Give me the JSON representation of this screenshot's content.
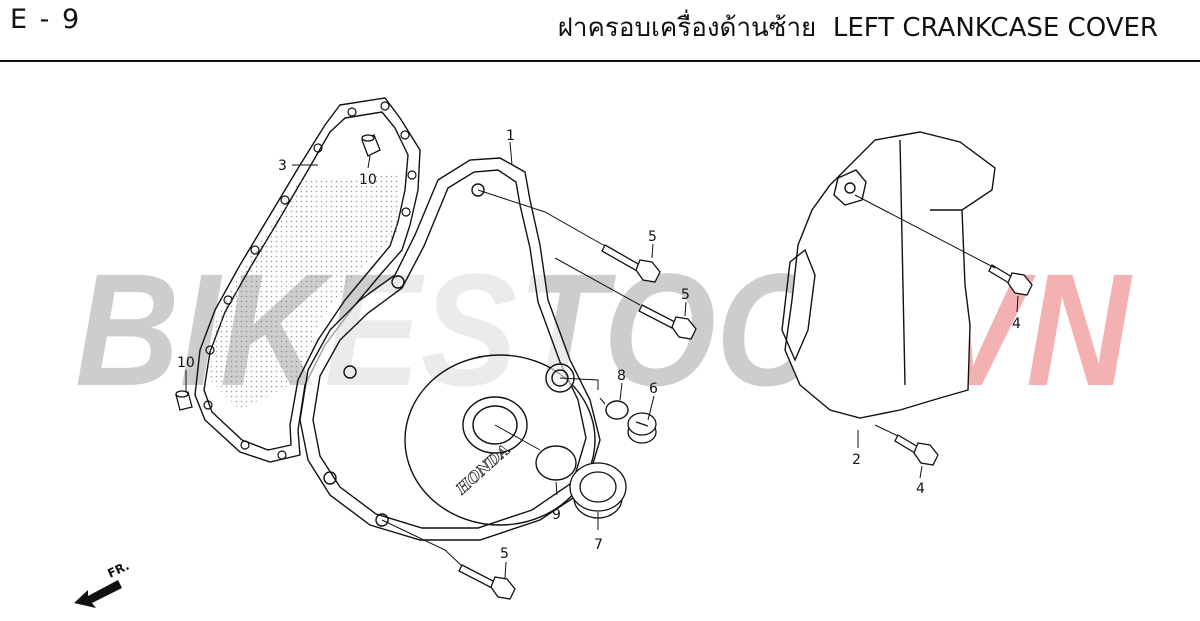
{
  "header": {
    "page_code": "E - 9",
    "title_th": "ฝาครอบเครื่องด้านซ้าย",
    "title_en": "LEFT CRANKCASE COVER"
  },
  "watermark": {
    "text_main": "BIKESTOCK",
    "text_accent": "VN",
    "color_main": "#c8c8c8",
    "color_accent": "#f3a9a9"
  },
  "diagram": {
    "cover_brand": "HONDA",
    "front_arrow_label": "FR.",
    "callouts": [
      "1",
      "2",
      "3",
      "4",
      "4",
      "5",
      "5",
      "5",
      "6",
      "7",
      "8",
      "9",
      "10",
      "10"
    ]
  }
}
